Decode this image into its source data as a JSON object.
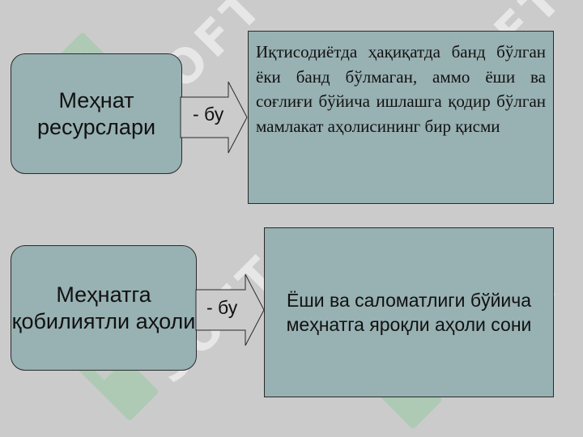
{
  "watermark": {
    "text": "SOFT"
  },
  "rows": [
    {
      "term": "Меҳнат ресурслари",
      "connector": "- бу",
      "definition": "Иқтисодиётда ҳақиқатда банд бўлган ёки банд бўлмаган, аммо ёши ва соғлиғи бўйича ишлашга қодир бўлган мамлакат аҳолисининг бир қисми"
    },
    {
      "term": "Меҳнатга қобилиятли аҳоли",
      "connector": "- бу",
      "definition": "Ёши ва саломатлиги бўйича меҳнатга яроқли аҳоли сони"
    }
  ],
  "colors": {
    "background": "#cbcbcb",
    "box_fill": "#98b1b3",
    "border": "#2a2a2a",
    "watermark_green": "#78c88c"
  }
}
